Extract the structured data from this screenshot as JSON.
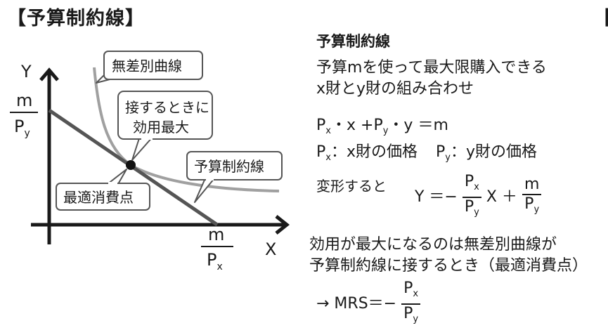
{
  "page_title": "【予算制約線】",
  "edge_bracket": "【",
  "diagram": {
    "y_axis_label": "Y",
    "x_axis_label": "X",
    "y_intercept_numerator": "m",
    "y_intercept_denominator": "P",
    "y_intercept_denominator_sub": "y",
    "x_intercept_numerator": "m",
    "x_intercept_denominator": "P",
    "x_intercept_denominator_sub": "x",
    "callout_indifference": "無差別曲線",
    "callout_tangent_line1": "接するときに",
    "callout_tangent_line2": "効用最大",
    "callout_budget": "予算制約線",
    "callout_optimal": "最適消費点",
    "colors": {
      "budget_line": "#555555",
      "indifference_curve": "#a0a0a0",
      "point": "#111111"
    }
  },
  "explanation": {
    "heading": "予算制約線",
    "desc_line1": "予算mを使って最大限購入できる",
    "desc_line2": "x財とy財の組み合わせ",
    "eq_budget": {
      "p": "P",
      "px_sub": "x",
      "dot_x": "・x",
      "plus": "+P",
      "py_sub": "y",
      "dot_y": "・y",
      "eq_m": "＝m"
    },
    "price_def": {
      "p1": "P",
      "s1": "x",
      "t1": "：x財の価格",
      "p2": "P",
      "s2": "y",
      "t2": "：y財の価格"
    },
    "transform_label": "変形すると",
    "transform_eq": {
      "lhs": "Y ＝−",
      "frac1_num": "P",
      "frac1_num_sub": "x",
      "frac1_den": "P",
      "frac1_den_sub": "y",
      "mid": "X ＋",
      "frac2_num": "m",
      "frac2_den": "P",
      "frac2_den_sub": "y"
    },
    "max_line1": "効用が最大になるのは無差別曲線が",
    "max_line2": "予算制約線に接するとき（最適消費点）",
    "mrs": {
      "prefix": "→ MRS＝−",
      "num": "P",
      "num_sub": "x",
      "den": "P",
      "den_sub": "y"
    }
  }
}
